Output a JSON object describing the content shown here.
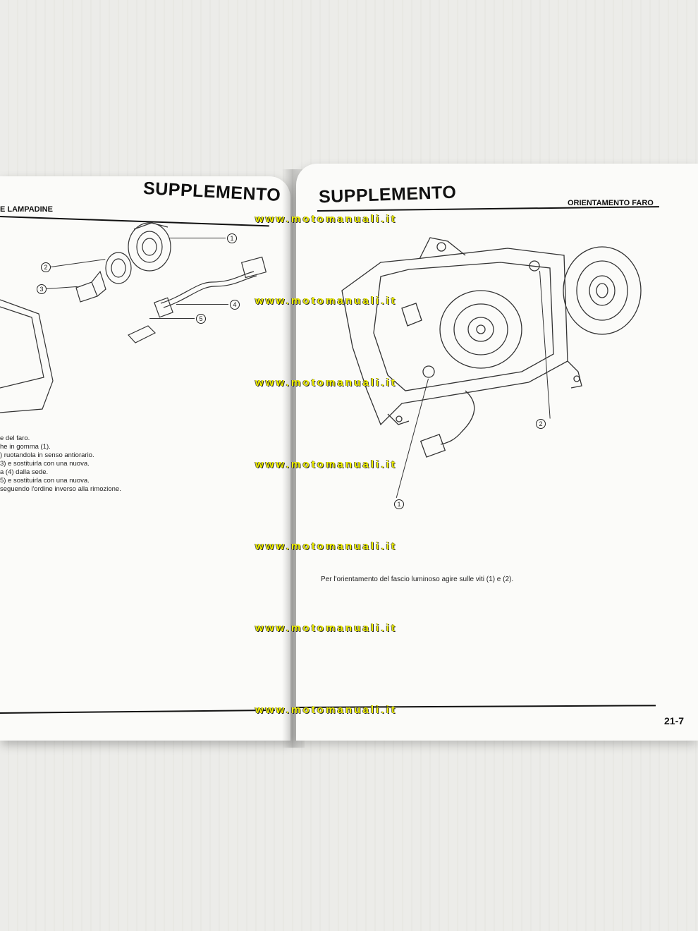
{
  "left_page": {
    "title": "SUPPLEMENTO",
    "section": "E LAMPADINE",
    "callouts": [
      "1",
      "2",
      "3",
      "4",
      "5"
    ],
    "instructions": [
      "e del faro.",
      "he in gomma (1).",
      ") ruotandola in senso antiorario.",
      "3) e sostituirla con una nuova.",
      "a (4) dalla sede.",
      "5) e sostituirla con una nuova.",
      "seguendo l'ordine inverso alla rimozione."
    ]
  },
  "right_page": {
    "title": "SUPPLEMENTO",
    "section": "ORIENTAMENTO FARO",
    "callouts": [
      "1",
      "2"
    ],
    "instruction": "Per l'orientamento del fascio luminoso agire sulle viti (1) e (2).",
    "page_number": "21-7"
  },
  "watermark": {
    "text": "www.motomanuali.it",
    "color": "#f2f200"
  },
  "colors": {
    "paper": "#fbfbf9",
    "background": "#e9e9e6",
    "ink": "#111111"
  }
}
